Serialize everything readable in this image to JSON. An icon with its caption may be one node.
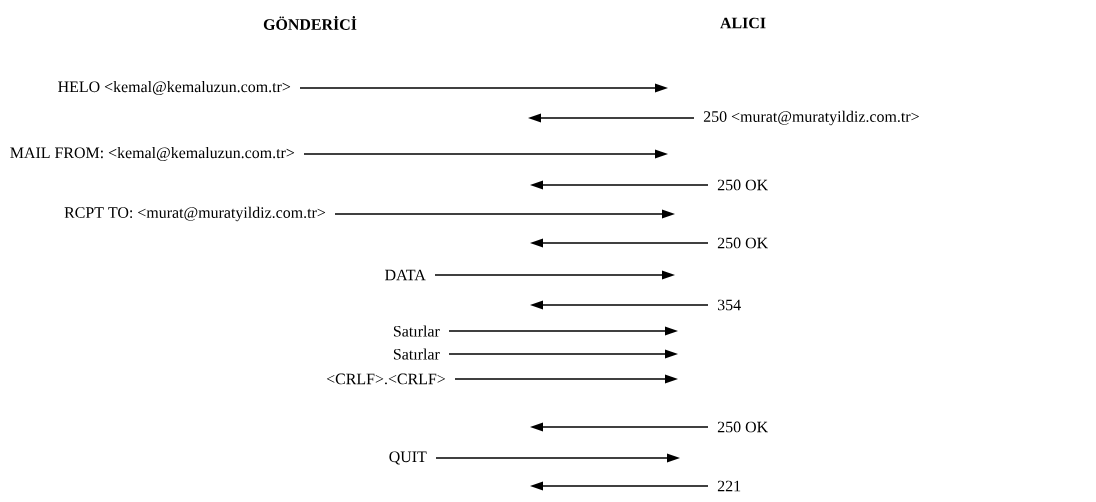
{
  "diagram": {
    "nodes": [
      {
        "text": [
          "HELO <kemal@kemaluzun.com.tr>"
        ]
      },
      {
        "text": [
          "250 <murat@muratyildiz.com.tr>"
        ]
      },
      {
        "text": [
          "MAIL FROM: <kemal@kemaluzun.com.tr>"
        ]
      },
      {
        "text": [
          "250 OK"
        ]
      },
      {
        "text": [
          "RCPT TO: <murat@muratyildiz.com.tr>"
        ]
      },
      {
        "text": [
          "250 OK"
        ]
      },
      {
        "text": [
          "DATA"
        ]
      },
      {
        "text": [
          "354"
        ]
      },
      {
        "text": [
          "Satırlar"
        ]
      },
      {
        "text": [
          "Satırlar"
        ]
      },
      {
        "text": [
          "<CRLF>.<CRLF>"
        ]
      },
      {
        "text": [
          "250 OK"
        ]
      },
      {
        "text": [
          "QUIT"
        ]
      },
      {
        "text": [
          "221"
        ]
      }
    ],
    "edges": [
      {
        "from": 0,
        "to": null,
        "arrow": "to"
      },
      {
        "from": 1,
        "to": null,
        "arrow": "to"
      },
      {
        "from": 2,
        "to": null,
        "arrow": "to"
      },
      {
        "from": 3,
        "to": null,
        "arrow": "to"
      },
      {
        "from": 4,
        "to": null,
        "arrow": "to"
      },
      {
        "from": 5,
        "to": null,
        "arrow": "to"
      },
      {
        "from": 6,
        "to": null,
        "arrow": "to"
      },
      {
        "from": 7,
        "to": null,
        "arrow": "to"
      },
      {
        "from": 8,
        "to": null,
        "arrow": "to"
      },
      {
        "from": 9,
        "to": null,
        "arrow": "to"
      },
      {
        "from": 10,
        "to": null,
        "arrow": "to"
      },
      {
        "from": 11,
        "to": null,
        "arrow": "to"
      },
      {
        "from": 12,
        "to": null,
        "arrow": "to"
      },
      {
        "from": 13,
        "to": null,
        "arrow": "to"
      }
    ],
    "labels": [
      "GÖNDERİCİ",
      "ALICI"
    ]
  }
}
